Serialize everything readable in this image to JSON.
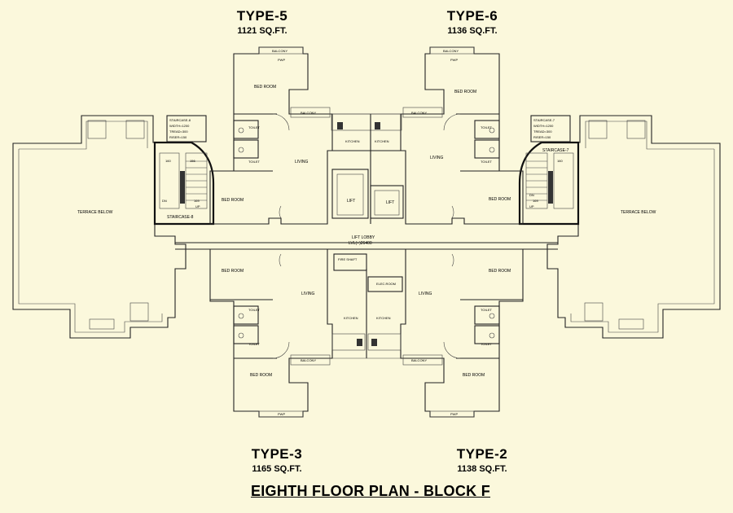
{
  "units": {
    "type5": {
      "name": "TYPE-5",
      "area": "1121 SQ.FT."
    },
    "type6": {
      "name": "TYPE-6",
      "area": "1136 SQ.FT."
    },
    "type3": {
      "name": "TYPE-3",
      "area": "1165 SQ.FT."
    },
    "type2": {
      "name": "TYPE-2",
      "area": "1138 SQ.FT."
    }
  },
  "plan_title": "EIGHTH FLOOR PLAN - BLOCK F",
  "rooms": {
    "bed_room": "BED ROOM",
    "living": "LIVING",
    "kitchen": "KITCHEN",
    "balcony": "BALCONY",
    "toilet": "TOILET",
    "lift": "LIFT",
    "terrace_below": "TERRACE BELOW",
    "fire_shaft": "FIRE SHAFT",
    "elec_room": "ELEC.ROOM",
    "lift_lobby": "LIFT LOBBY",
    "lift_lobby_level": "LVL(+)26400",
    "pwp": "PWP"
  },
  "staircases": {
    "left": {
      "name": "STAIRCASE-8",
      "spec": [
        "STAIRCASE-8",
        "WIDTH=1200",
        "TREAD=300",
        "RISER=150"
      ]
    },
    "right": {
      "name": "STAIRCASE-7",
      "spec": [
        "STAIRCASE-7",
        "WIDTH=1200",
        "TREAD=300",
        "RISER=150"
      ]
    }
  },
  "stair_marks": {
    "dn": "DN",
    "up": "UP",
    "d160": "160",
    "d156": "156",
    "d169": "169"
  },
  "colors": {
    "background": "#fbf8dc",
    "lines": "#222222"
  }
}
